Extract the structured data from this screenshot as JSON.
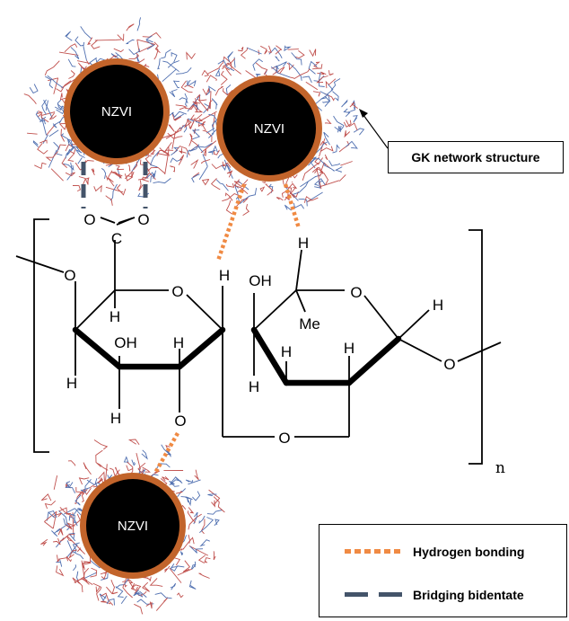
{
  "particles": [
    {
      "label": "NZVI"
    },
    {
      "label": "NZVI"
    },
    {
      "label": "NZVI"
    }
  ],
  "atoms": {
    "O": "O",
    "C": "C",
    "H": "H",
    "OH": "OH",
    "Me": "Me",
    "n": "n"
  },
  "callout": {
    "label": "GK network structure"
  },
  "legend": {
    "hydrogen_bonding": "Hydrogen  bonding",
    "bridging_bidentate": "Bridging bidentate"
  },
  "colors": {
    "core": "#000000",
    "shell": "#c2642b",
    "hydrogen_bond": "#f08a43",
    "bidentate": "#44546a",
    "network_red": "#c0504d",
    "network_blue": "#4f6fb0"
  }
}
